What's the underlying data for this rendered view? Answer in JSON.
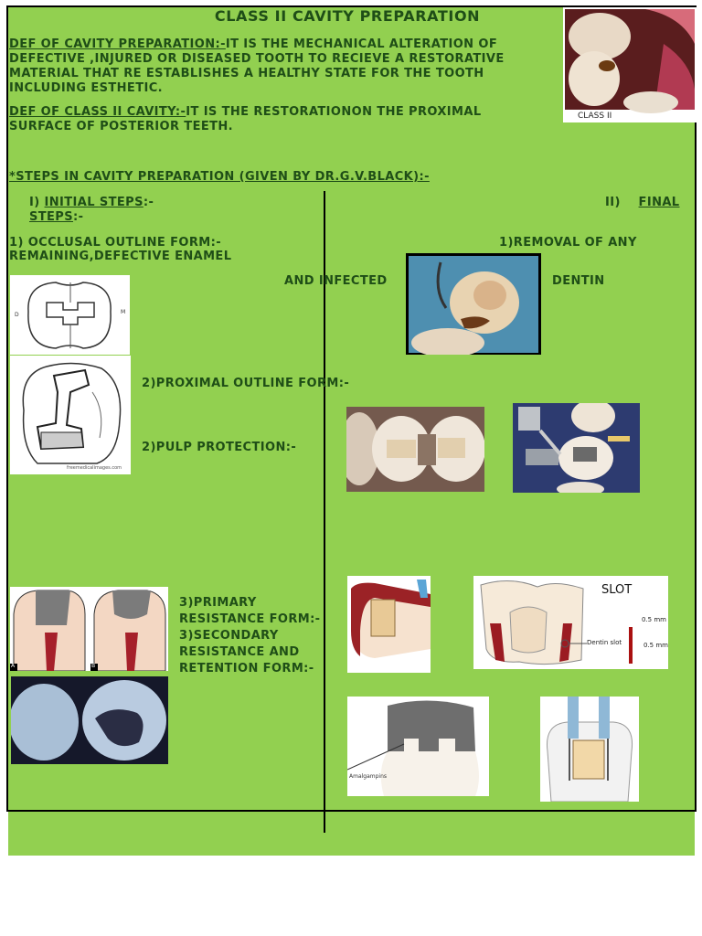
{
  "title": "CLASS II CAVITY PREPARATION",
  "def_cavity": {
    "label": "DEF OF CAVITY PREPARATION:-",
    "text": "IT IS THE MECHANICAL ALTERATION OF DEFECTIVE ,INJURED OR DISEASED TOOTH TO RECIEVE A RESTORATIVE MATERIAL THAT RE ESTABLISHES A HEALTHY STATE FOR THE TOOTH INCLUDING ESTHETIC."
  },
  "def_class2": {
    "label": "DEF OF CLASS II CAVITY:-",
    "text": "IT IS THE RESTORATIONON THE PROXIMAL SURFACE OF POSTERIOR TEETH."
  },
  "photo_caption": "CLASS II",
  "steps_heading": "*STEPS IN CAVITY PREPARATION (GIVEN BY DR.G.V.BLACK):-",
  "initial": {
    "num": "I)",
    "label": "INITIAL STEPS",
    "label2": "STEPS",
    "suffix": ":-"
  },
  "final": {
    "num": "II)",
    "label": "FINAL"
  },
  "left_items": {
    "occlusal_1": "1) OCCLUSAL OUTLINE FORM:-",
    "occlusal_2": "REMAINING,DEFECTIVE ENAMEL",
    "proximal": "2)PROXIMAL OUTLINE FORM:-",
    "pulp": "2)PULP PROTECTION:-",
    "res_1": "3)PRIMARY",
    "res_2": "RESISTANCE FORM:-",
    "res_3": "3)SECONDARY",
    "res_4": "RESISTANCE AND",
    "res_5": "RETENTION FORM:-"
  },
  "right_items": {
    "removal": "1)REMOVAL OF ANY",
    "and_infected": "AND INFECTED",
    "dentin": "DENTIN"
  },
  "diagram_labels": {
    "occlusal_d": "D",
    "occlusal_m": "M",
    "resist_a": "A",
    "resist_b": "B",
    "slot_title": "SLOT",
    "dentin_slot": "Dentin slot",
    "slot_dim1": "0.5 mm",
    "slot_dim2": "0.5 mm",
    "amalgam_pins": "Amalgampins",
    "watermark": "freemedicalimages.com"
  },
  "colors": {
    "panel": "#92d050",
    "text": "#1f4e17",
    "divider": "#000000"
  }
}
